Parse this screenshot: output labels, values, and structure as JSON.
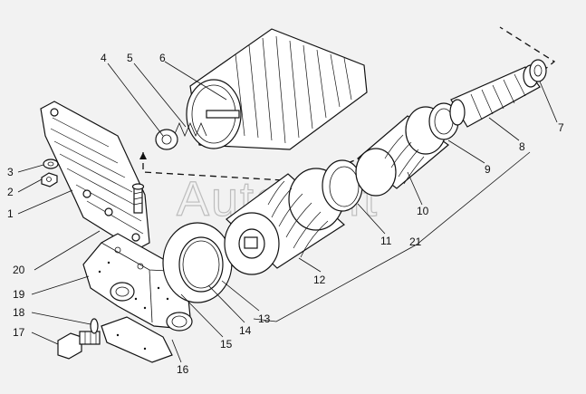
{
  "watermark": "AutoSoft",
  "callouts": [
    {
      "id": "c1",
      "label": "1"
    },
    {
      "id": "c2",
      "label": "2"
    },
    {
      "id": "c3",
      "label": "3"
    },
    {
      "id": "c4",
      "label": "4"
    },
    {
      "id": "c5",
      "label": "5"
    },
    {
      "id": "c6",
      "label": "6"
    },
    {
      "id": "c7",
      "label": "7"
    },
    {
      "id": "c8",
      "label": "8"
    },
    {
      "id": "c9",
      "label": "9"
    },
    {
      "id": "c10",
      "label": "10"
    },
    {
      "id": "c11",
      "label": "11"
    },
    {
      "id": "c12",
      "label": "12"
    },
    {
      "id": "c13",
      "label": "13"
    },
    {
      "id": "c14",
      "label": "14"
    },
    {
      "id": "c15",
      "label": "15"
    },
    {
      "id": "c16",
      "label": "16"
    },
    {
      "id": "c17",
      "label": "17"
    },
    {
      "id": "c18",
      "label": "18"
    },
    {
      "id": "c19",
      "label": "19"
    },
    {
      "id": "c20",
      "label": "20"
    },
    {
      "id": "c21",
      "label": "21"
    }
  ]
}
